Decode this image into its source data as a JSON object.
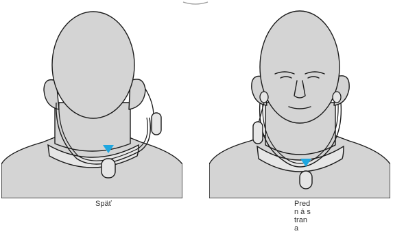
{
  "colors": {
    "skin": "#d4d4d4",
    "outline": "#1a1a1a",
    "marker": "#1fa7e0",
    "cable": "#e6e6e6"
  },
  "panels": [
    {
      "id": "back",
      "caption": "Späť",
      "marker_icon": "downward-triangle-icon"
    },
    {
      "id": "front",
      "caption": "Predn á stran a",
      "marker_icon": "downward-triangle-icon"
    }
  ],
  "captions": {
    "back": "Späť",
    "front": "Predn á stran a"
  }
}
